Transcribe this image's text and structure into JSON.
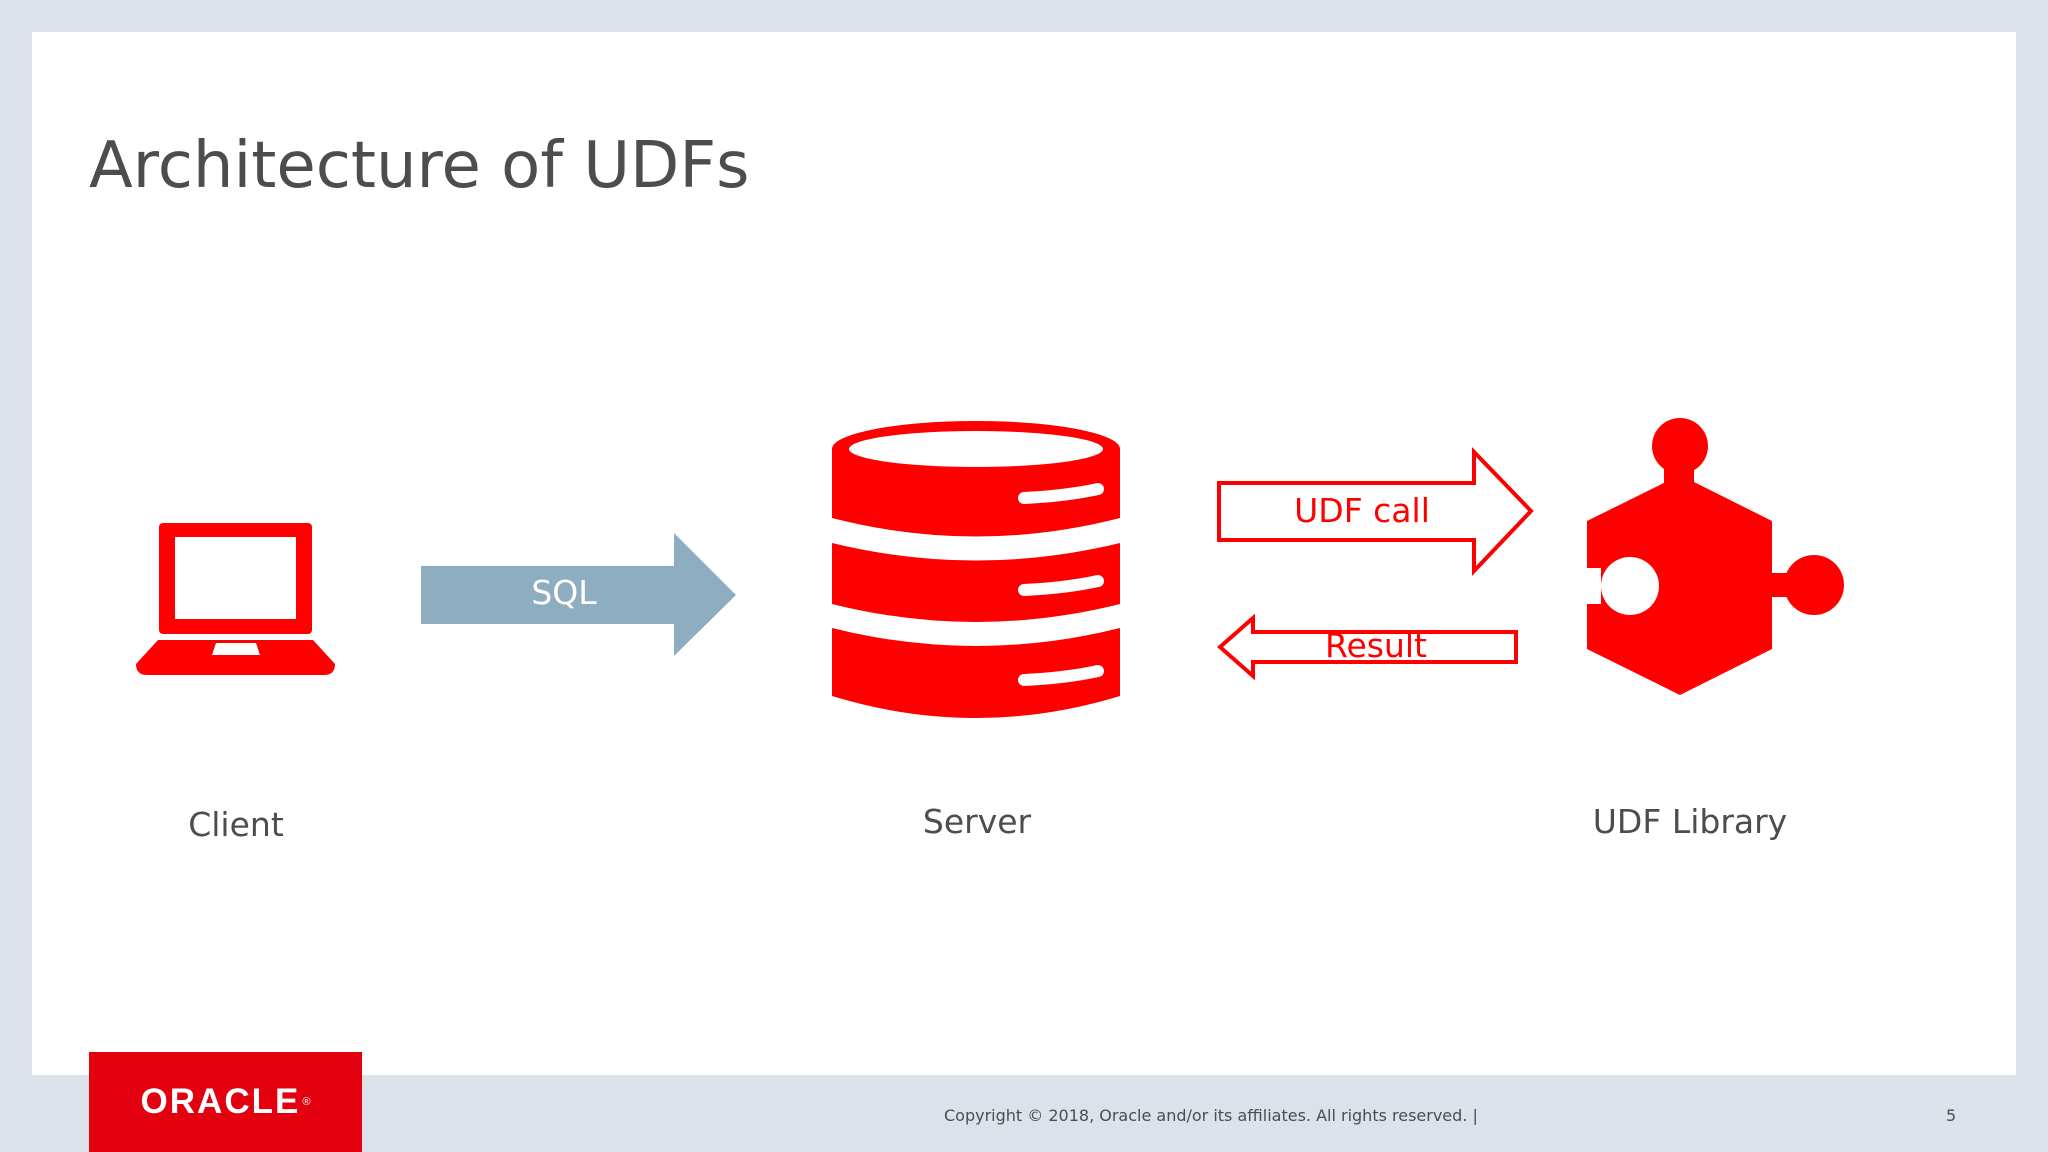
{
  "slide": {
    "title": "Architecture of UDFs",
    "page_number": "5"
  },
  "nodes": {
    "client": {
      "label": "Client",
      "icon": "laptop-icon"
    },
    "server": {
      "label": "Server",
      "icon": "database-icon"
    },
    "library": {
      "label": "UDF Library",
      "icon": "puzzle-piece-icon"
    }
  },
  "edges": [
    {
      "from": "client",
      "to": "server",
      "label": "SQL"
    },
    {
      "from": "server",
      "to": "library",
      "label": "UDF call"
    },
    {
      "from": "library",
      "to": "server",
      "label": "Result"
    }
  ],
  "footer": {
    "logo": "ORACLE",
    "registered": "®",
    "copyright": "Copyright © 2018, Oracle and/or its affiliates. All rights reserved.  |"
  },
  "colors": {
    "accent_red": "#ff0000",
    "brand_red": "#e3000f",
    "sql_arrow": "#8fadc1",
    "text_gray": "#4d4d4d",
    "frame_gray": "#dce2e9"
  }
}
